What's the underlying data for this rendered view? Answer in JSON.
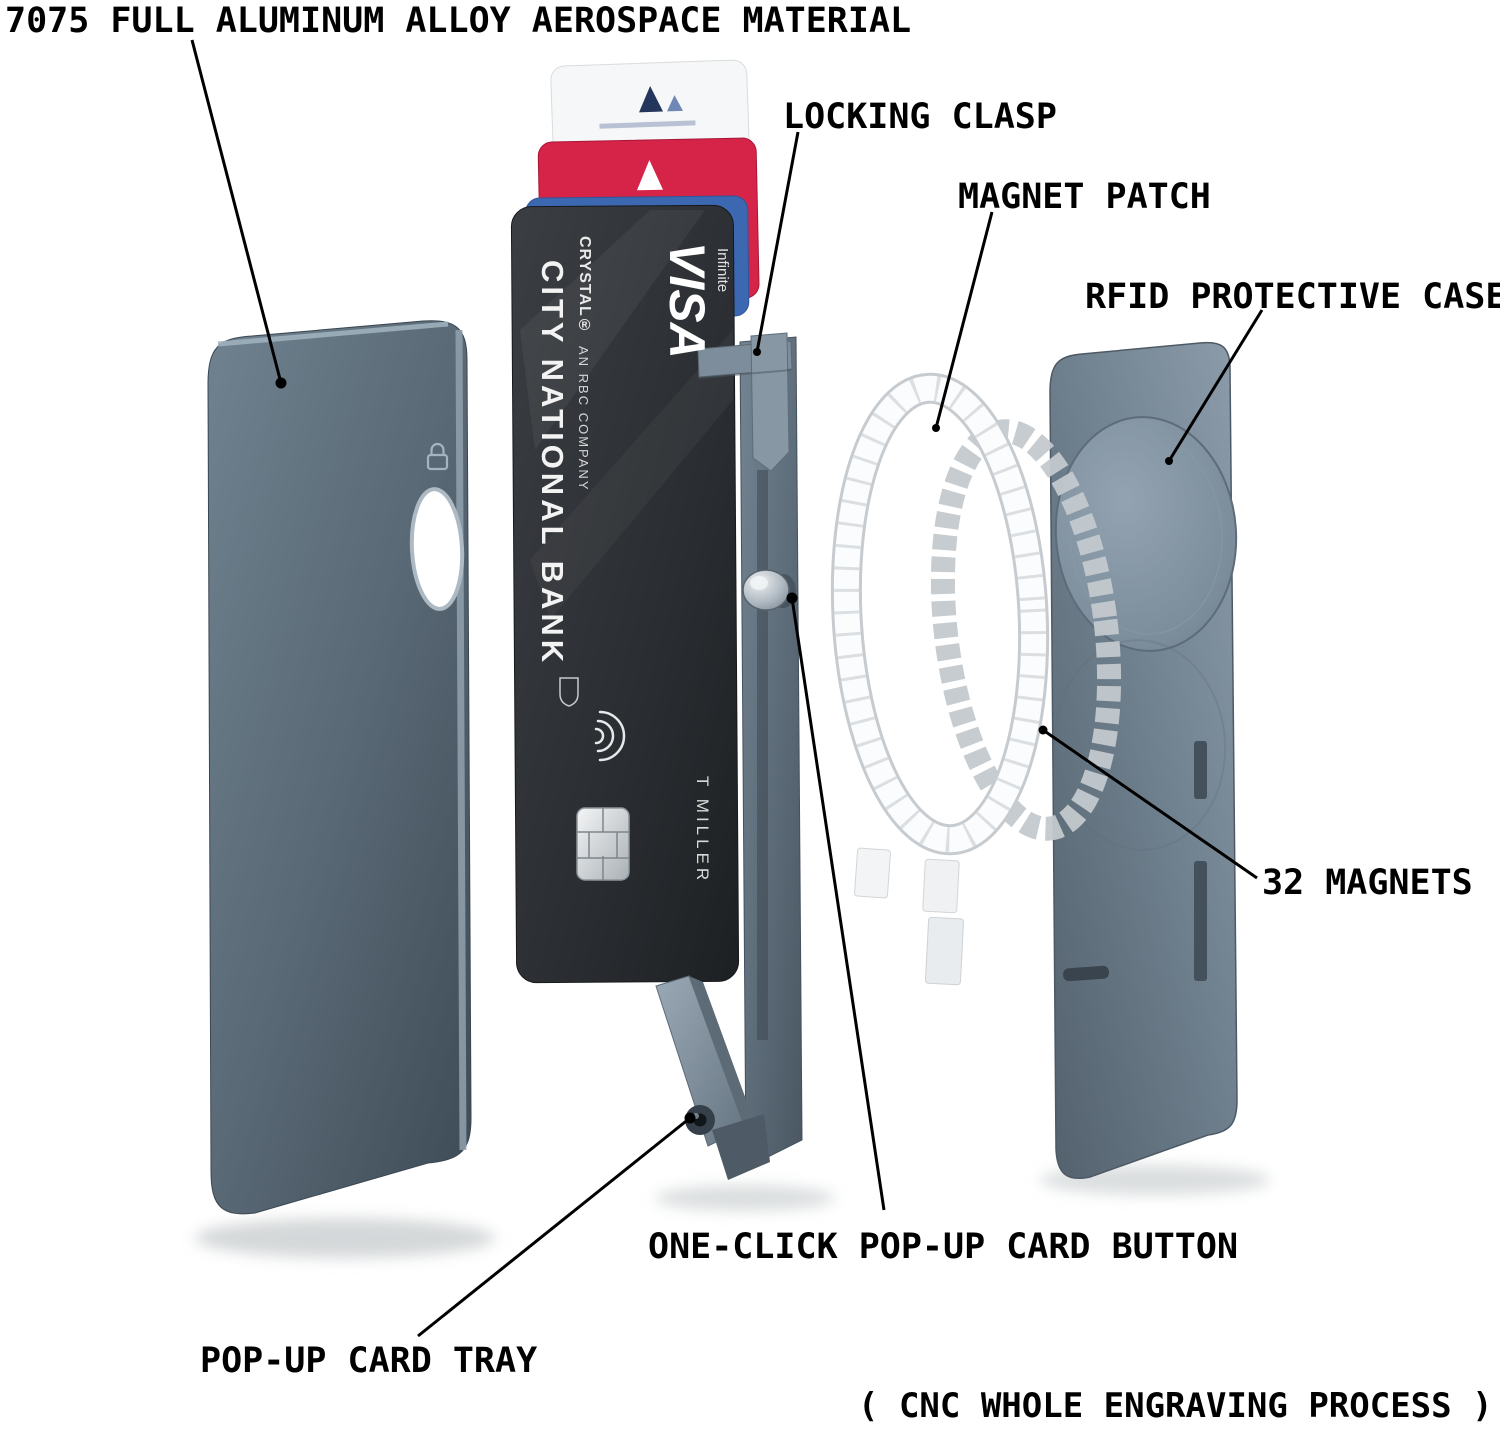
{
  "labels": {
    "material": "7075 FULL ALUMINUM ALLOY AEROSPACE MATERIAL",
    "locking_clasp": "LOCKING CLASP",
    "magnet_patch": "MAGNET PATCH",
    "rfid_case": "RFID PROTECTIVE CASE",
    "magnets": "32 MAGNETS",
    "popup_button": "ONE-CLICK POP-UP CARD BUTTON",
    "popup_tray": "POP-UP CARD TRAY",
    "cnc_note": "( CNC WHOLE ENGRAVING PROCESS )"
  },
  "card": {
    "bank": "CITY NATIONAL BANK",
    "subsidiary": "AN RBC COMPANY",
    "product": "CRYSTAL®",
    "network": "VISA",
    "tier": "Infinite",
    "cardholder": "T MILLER"
  },
  "colors": {
    "aluminum": "#5a6a76",
    "case": "#70818f",
    "card_black": "#2a2d31",
    "card_red": "#d62449",
    "card_blue": "#3c68b1",
    "magnet_white": "#fbfcfd",
    "label_text": "#000000"
  }
}
